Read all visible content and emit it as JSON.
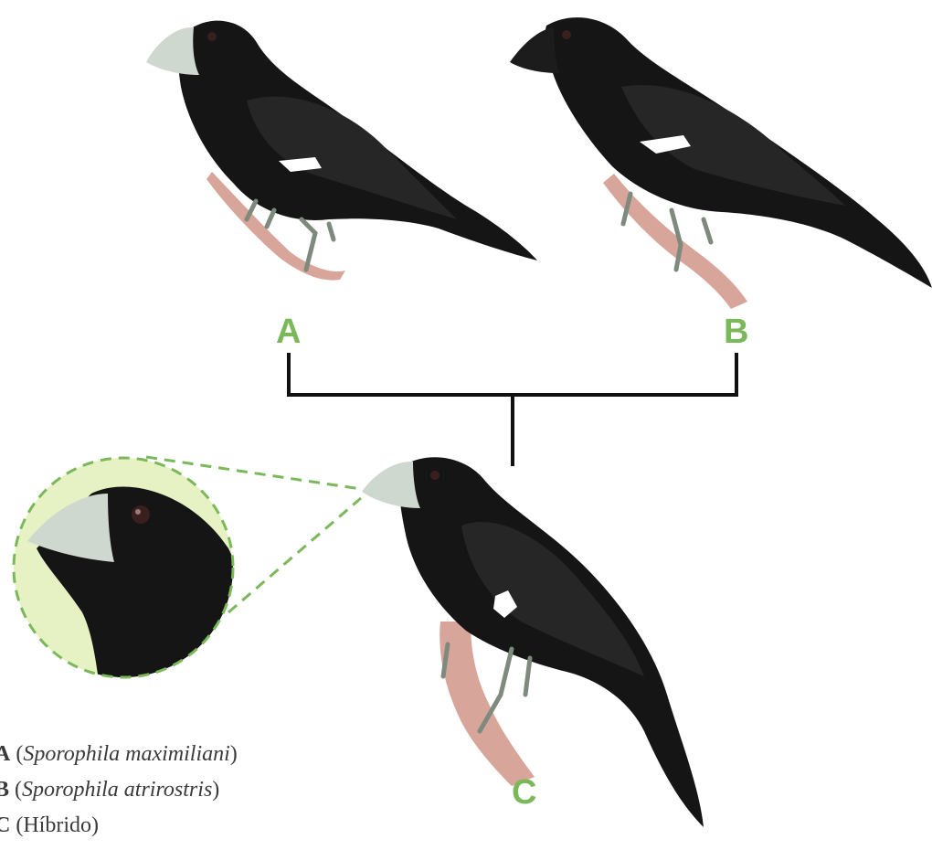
{
  "labels": {
    "a": "A",
    "b": "B",
    "c": "C"
  },
  "legend": [
    {
      "key": "A",
      "open": " (",
      "name": "Sporophila maximiliani",
      "close": ")"
    },
    {
      "key": "B",
      "open": " (",
      "name": "Sporophila atrirostris",
      "close": ")"
    },
    {
      "key": "C",
      "open": " (",
      "name": "Híbrido",
      "close": ")"
    }
  ],
  "colors": {
    "accent": "#7ab85a",
    "accent_light": "#e6f2c4",
    "bird": "#151515",
    "bill_pale": "#cfd8cf",
    "bill_dark": "#1c1c1c",
    "wing_patch": "#ffffff",
    "branch": "#d8a59a",
    "connector": "#111111"
  },
  "icons": {
    "bird_a": "bird-pale-bill-icon",
    "bird_b": "bird-dark-bill-icon",
    "bird_c": "bird-hybrid-icon",
    "zoom": "magnifier-circle-icon"
  }
}
